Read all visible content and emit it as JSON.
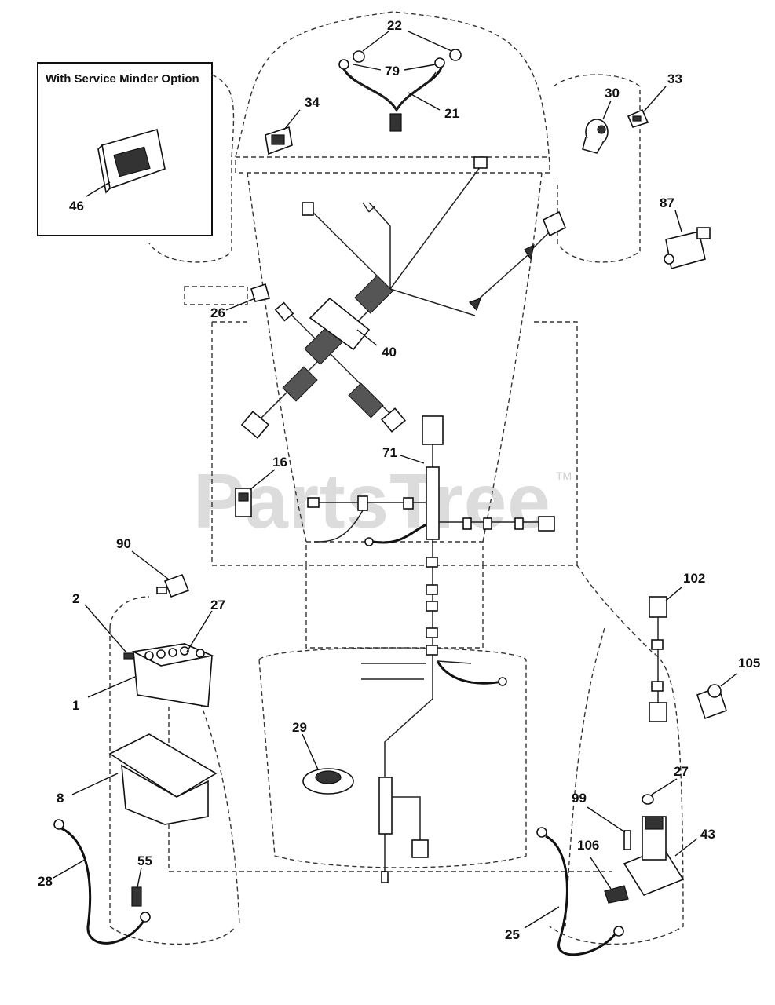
{
  "option_box": {
    "title": "With Service Minder Option"
  },
  "watermark": {
    "text": "PartsTree",
    "tm": "TM"
  },
  "callouts": [
    {
      "id": "c22",
      "label": "22"
    },
    {
      "id": "c79",
      "label": "79"
    },
    {
      "id": "c21",
      "label": "21"
    },
    {
      "id": "c34",
      "label": "34"
    },
    {
      "id": "c30",
      "label": "30"
    },
    {
      "id": "c33",
      "label": "33"
    },
    {
      "id": "c87",
      "label": "87"
    },
    {
      "id": "c46",
      "label": "46"
    },
    {
      "id": "c26",
      "label": "26"
    },
    {
      "id": "c40",
      "label": "40"
    },
    {
      "id": "c16",
      "label": "16"
    },
    {
      "id": "c71",
      "label": "71"
    },
    {
      "id": "c90",
      "label": "90"
    },
    {
      "id": "c2",
      "label": "2"
    },
    {
      "id": "c27a",
      "label": "27"
    },
    {
      "id": "c1",
      "label": "1"
    },
    {
      "id": "c102",
      "label": "102"
    },
    {
      "id": "c105",
      "label": "105"
    },
    {
      "id": "c29",
      "label": "29"
    },
    {
      "id": "c8",
      "label": "8"
    },
    {
      "id": "c27b",
      "label": "27"
    },
    {
      "id": "c99",
      "label": "99"
    },
    {
      "id": "c43",
      "label": "43"
    },
    {
      "id": "c106",
      "label": "106"
    },
    {
      "id": "c28",
      "label": "28"
    },
    {
      "id": "c55",
      "label": "55"
    },
    {
      "id": "c25",
      "label": "25"
    }
  ]
}
